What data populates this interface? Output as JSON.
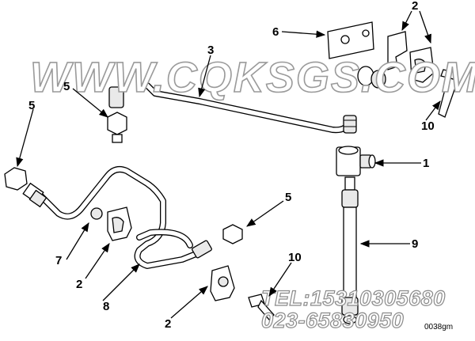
{
  "watermark": {
    "site": "WWW.CQKSGS.COM",
    "tel": "TEL:15310305680",
    "alt_phone": "023-65830950"
  },
  "drawing_code": "0038gm",
  "callouts": {
    "c1": "1",
    "c2a": "2",
    "c2b": "2",
    "c2c": "2",
    "c3": "3",
    "c5a": "5",
    "c5b": "5",
    "c5c": "5",
    "c6": "6",
    "c7": "7",
    "c8": "8",
    "c9": "9",
    "c10a": "10",
    "c10b": "10"
  }
}
